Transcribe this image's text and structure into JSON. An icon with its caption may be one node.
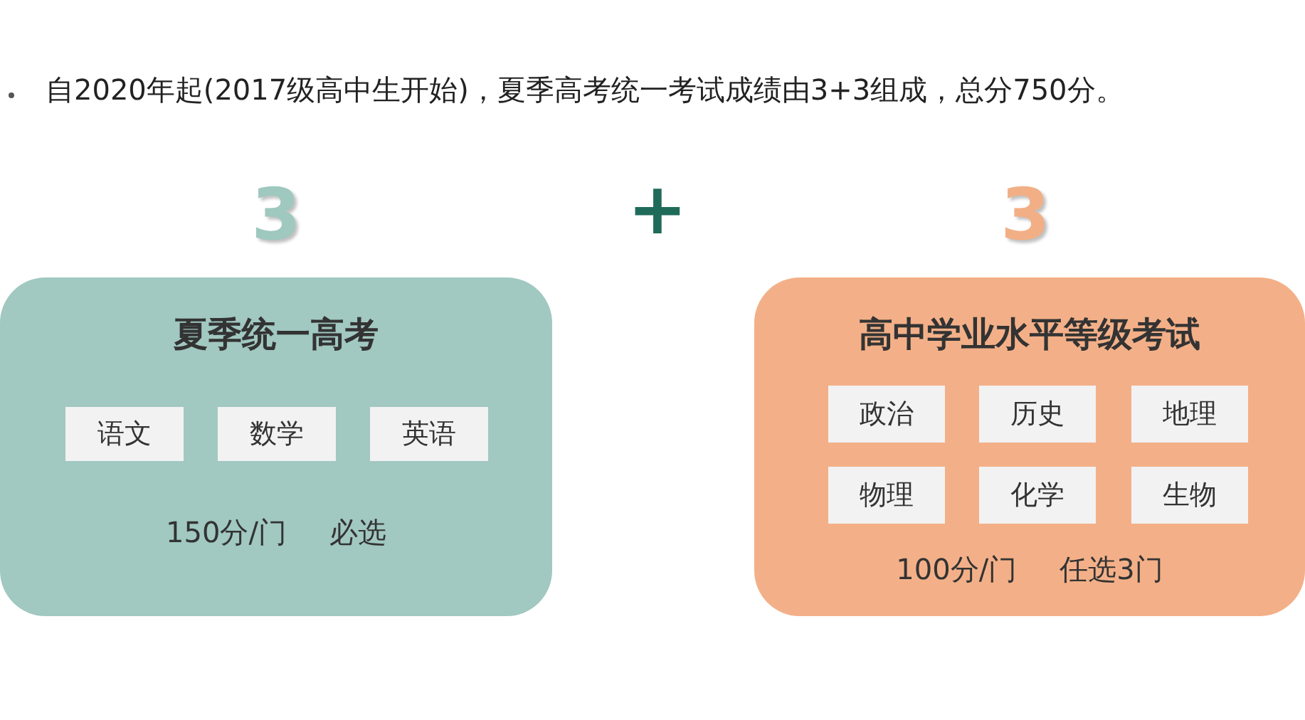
{
  "diagram": {
    "title": "自2020年起(2017级高中生开始)，夏季高考统一考试成绩由3+3组成，总分750分。",
    "nodes": [
      {
        "text": [
          "夏季统一高考",
          "150分/门",
          "必选"
        ],
        "beside": [
          "3"
        ]
      },
      {
        "text": [
          "语文"
        ],
        "in": 0
      },
      {
        "text": [
          "数学"
        ],
        "in": 0
      },
      {
        "text": [
          "英语"
        ],
        "in": 0
      },
      {
        "text": [
          "高中学业水平等级考试",
          "100分/门",
          "任选3门"
        ],
        "beside": [
          "3"
        ]
      },
      {
        "text": [
          "政治"
        ],
        "in": 4
      },
      {
        "text": [
          "历史"
        ],
        "in": 4
      },
      {
        "text": [
          "地理"
        ],
        "in": 4
      },
      {
        "text": [
          "物理"
        ],
        "in": 4
      },
      {
        "text": [
          "化学"
        ],
        "in": 4
      },
      {
        "text": [
          "生物"
        ],
        "in": 4
      }
    ],
    "labels": [
      "+"
    ]
  }
}
